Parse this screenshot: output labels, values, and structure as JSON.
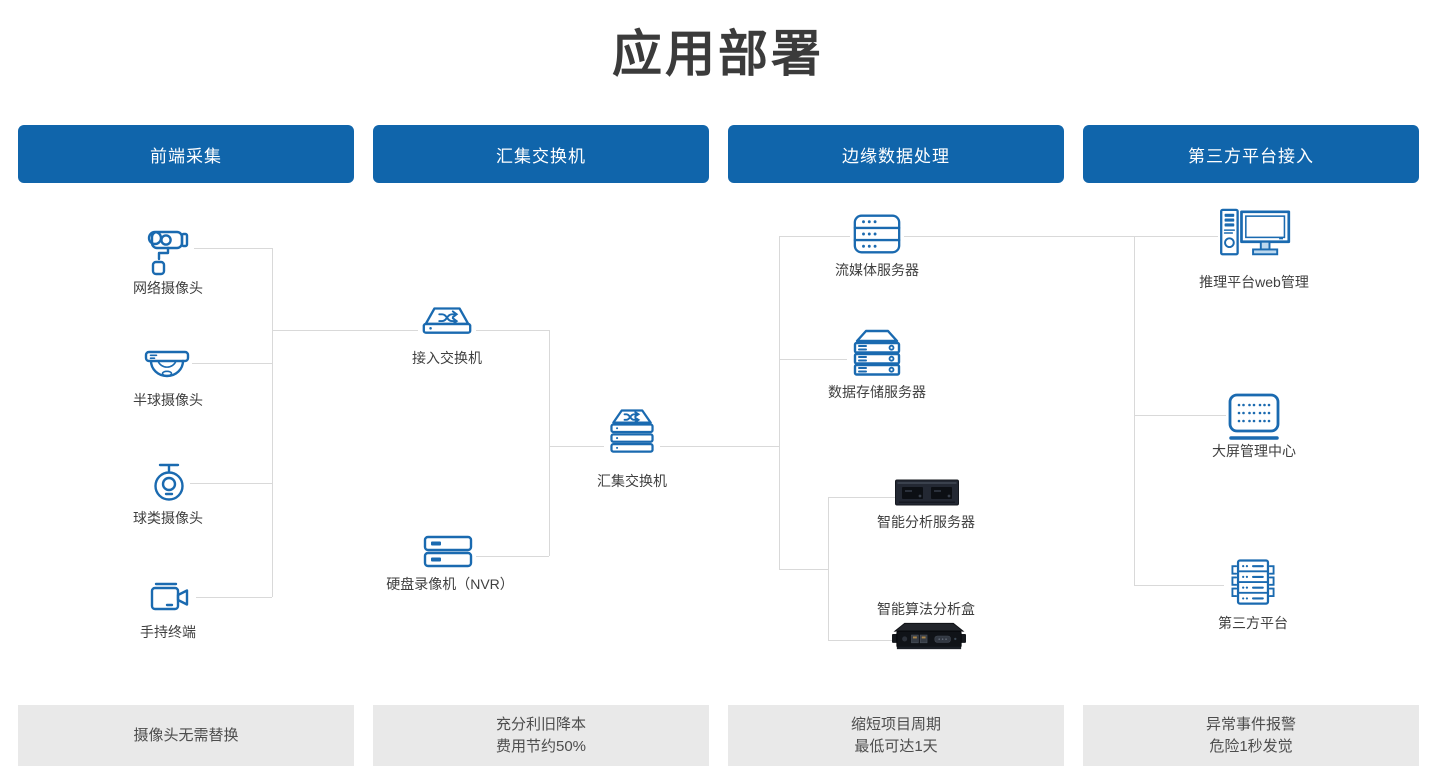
{
  "title": "应用部署",
  "columns": [
    {
      "header": "前端采集",
      "footer_line1": "摄像头无需替换"
    },
    {
      "header": "汇集交换机",
      "footer_line1": "充分利旧降本",
      "footer_line2": "费用节约50%"
    },
    {
      "header": "边缘数据处理",
      "footer_line1": "缩短项目周期",
      "footer_line2": "最低可达1天"
    },
    {
      "header": "第三方平台接入",
      "footer_line1": "异常事件报警",
      "footer_line2": "危险1秒发觉"
    }
  ],
  "nodes": {
    "network_camera": "网络摄像头",
    "dome_camera": "半球摄像头",
    "ball_camera": "球类摄像头",
    "handheld_terminal": "手持终端",
    "access_switch": "接入交换机",
    "nvr": "硬盘录像机（NVR）",
    "aggregation_switch": "汇集交换机",
    "streaming_server": "流媒体服务器",
    "storage_server": "数据存储服务器",
    "analysis_server": "智能分析服务器",
    "analysis_box": "智能算法分析盒",
    "inference_web": "推理平台web管理",
    "big_screen": "大屏管理中心",
    "third_party": "第三方平台"
  },
  "colors": {
    "header_blue": "#1065ab",
    "icon_blue": "#1a6ab0",
    "connector_gray": "#d9d9d9",
    "footer_bg": "#e9e9e9",
    "title_color": "#3b3b3b"
  }
}
